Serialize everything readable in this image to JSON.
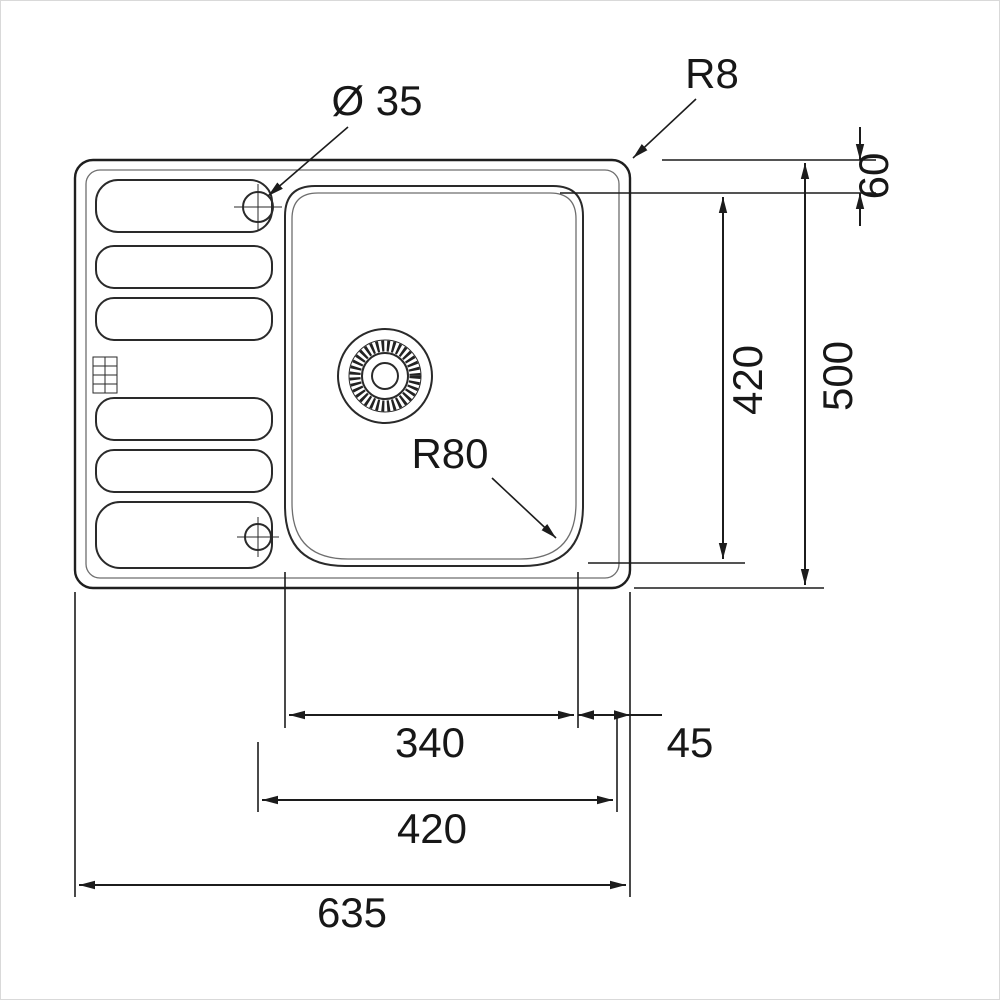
{
  "diagram": {
    "labels": {
      "hole_diameter": "Ø 35",
      "corner_radius": "R8",
      "offset_top": "60",
      "bowl_length": "420",
      "overall_depth": "500",
      "bowl_corner_radius": "R80",
      "bowl_width": "340",
      "offset_right": "45",
      "cutout_width": "420",
      "overall_width": "635"
    },
    "colors": {
      "line": "#1f1f1f",
      "light_line": "#6e6e6e",
      "background": "#ffffff"
    }
  }
}
